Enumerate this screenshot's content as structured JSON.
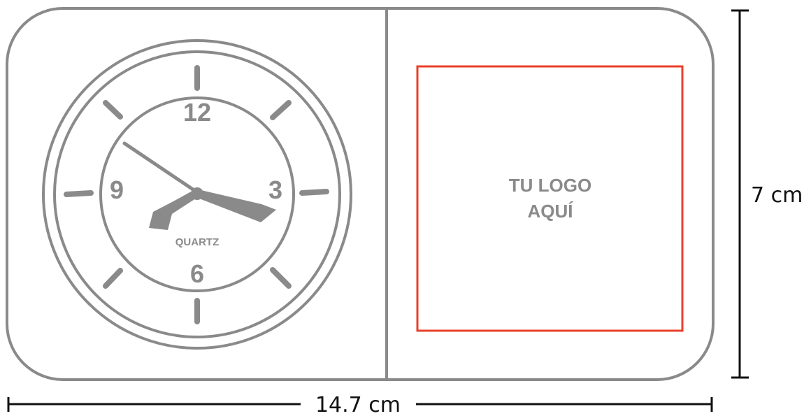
{
  "clock": {
    "numeral_12": "12",
    "numeral_3": "3",
    "numeral_6": "6",
    "numeral_9": "9",
    "brand": "QUARTZ"
  },
  "logo_area": {
    "line1": "TU LOGO",
    "line2": "AQUÍ"
  },
  "dimensions": {
    "height": "7 cm",
    "width": "14.7 cm"
  },
  "colors": {
    "outline": "#8a8a8a",
    "logo_frame": "#e8402a",
    "dimension_lines": "#111111"
  }
}
